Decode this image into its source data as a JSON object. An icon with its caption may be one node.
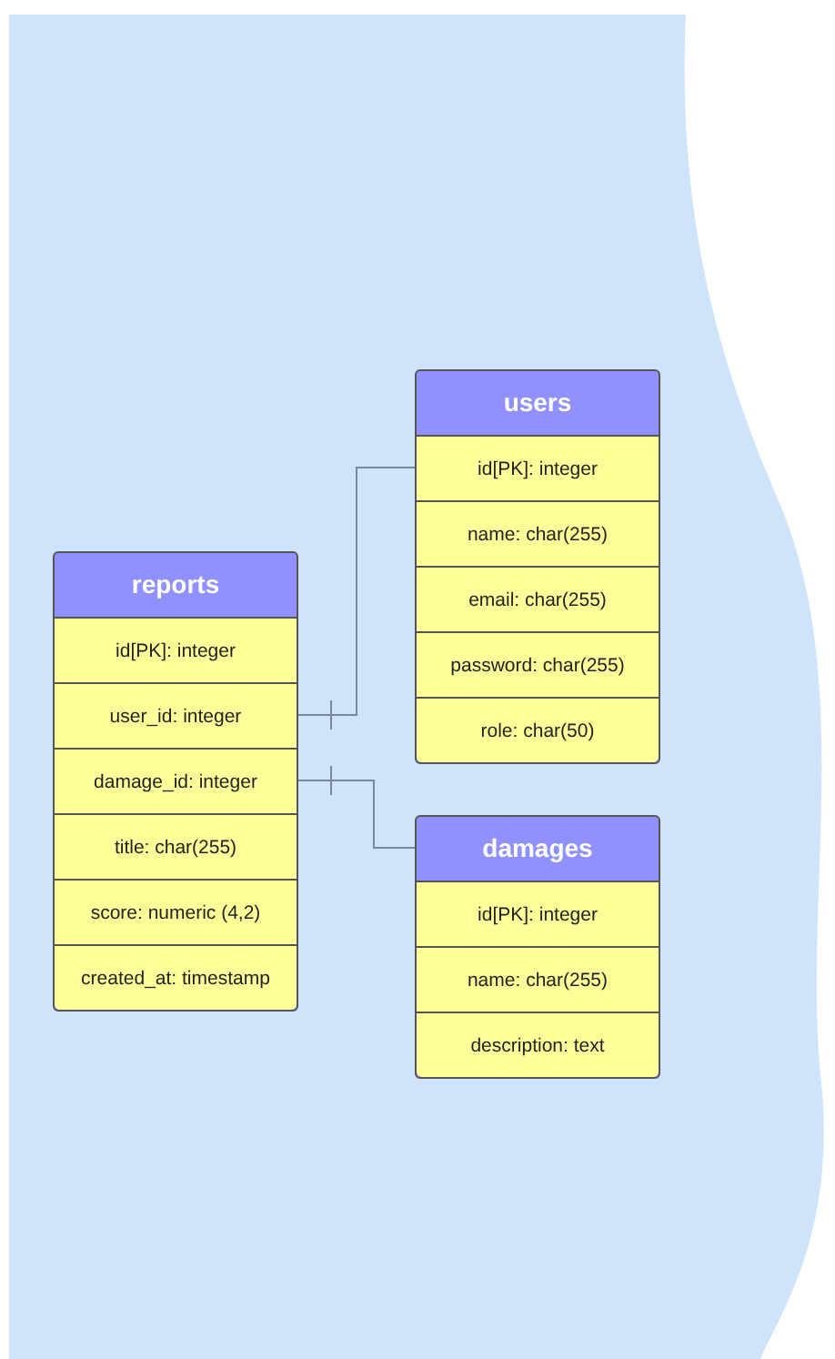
{
  "diagram": {
    "nodes": [
      {
        "text": [
          "reports"
        ]
      },
      {
        "text": [
          "id[PK]: integer"
        ],
        "in": 0
      },
      {
        "text": [
          "user_id: integer"
        ],
        "in": 0
      },
      {
        "text": [
          "damage_id: integer"
        ],
        "in": 0
      },
      {
        "text": [
          "title: char(255)"
        ],
        "in": 0
      },
      {
        "text": [
          "score: numeric (4,2)"
        ],
        "in": 0
      },
      {
        "text": [
          "created_at: timestamp"
        ],
        "in": 0
      },
      {
        "text": [
          "users"
        ]
      },
      {
        "text": [
          "id[PK]: integer"
        ],
        "in": 7
      },
      {
        "text": [
          "name: char(255)"
        ],
        "in": 7
      },
      {
        "text": [
          "email: char(255)"
        ],
        "in": 7
      },
      {
        "text": [
          "password: char(255)"
        ],
        "in": 7
      },
      {
        "text": [
          "role: char(50)"
        ],
        "in": 7
      },
      {
        "text": [
          "damages"
        ]
      },
      {
        "text": [
          "id[PK]: integer"
        ],
        "in": 13
      },
      {
        "text": [
          "name: char(255)"
        ],
        "in": 13
      },
      {
        "text": [
          "description: text"
        ],
        "in": 13
      }
    ],
    "edges": [
      {
        "from": 2,
        "to": 8,
        "arrow": "other"
      },
      {
        "from": 3,
        "to": 13,
        "arrow": "other"
      }
    ]
  }
}
